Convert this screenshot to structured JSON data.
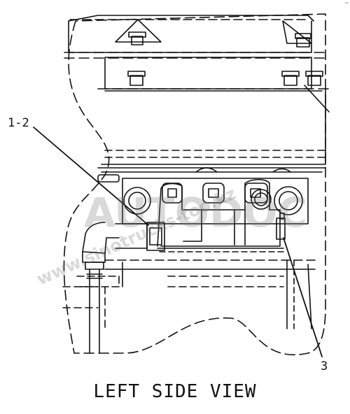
{
  "callouts": {
    "label_1_2": "1-2",
    "label_3": "3"
  },
  "caption": "LEFT SIDE VIEW",
  "corner_mark": "~",
  "watermark": {
    "primary": "AUTODOC",
    "secondary": "www.sinotrucks-too.kz"
  },
  "colors": {
    "ink": "#111111",
    "watermark": "#8a8a8a"
  }
}
